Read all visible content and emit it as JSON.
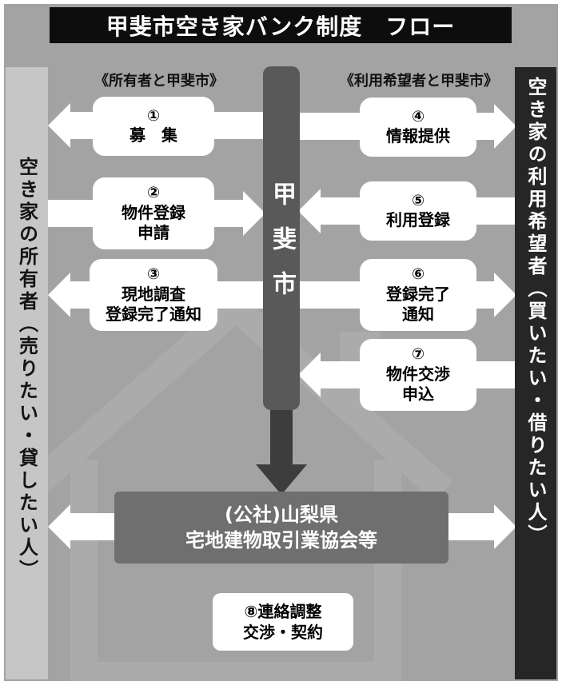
{
  "title": "甲斐市空き家バンク制度　フロー",
  "headers": {
    "left": "《所有者と甲斐市》",
    "right": "《利用希望者と甲斐市》"
  },
  "bars": {
    "left": "空き家の所有者（売りたい・貸したい人）",
    "center": "甲斐市",
    "right": "空き家の利用希望者（買いたい・借りたい人）"
  },
  "steps": {
    "s1": {
      "num": "①",
      "line1": "募　集"
    },
    "s2": {
      "num": "②",
      "line1": "物件登録",
      "line2": "申請"
    },
    "s3": {
      "num": "③",
      "line1": "現地調査",
      "line2": "登録完了通知"
    },
    "s4": {
      "num": "④",
      "line1": "情報提供"
    },
    "s5": {
      "num": "⑤",
      "line1": "利用登録"
    },
    "s6": {
      "num": "⑥",
      "line1": "登録完了",
      "line2": "通知"
    },
    "s7": {
      "num": "⑦",
      "line1": "物件交渉",
      "line2": "申込"
    }
  },
  "association": {
    "line1": "(公社)山梨県",
    "line2": "宅地建物取引業協会等"
  },
  "step8": {
    "line1": "⑧連絡調整",
    "line2": "交渉・契約"
  },
  "colors": {
    "background": "#a3a3a3",
    "title_bar": "#0d0d0d",
    "left_bar": "#c6c6c6",
    "right_bar": "#262626",
    "center_bar": "#595959",
    "association_box": "#6f6f6f",
    "arrow": "#ffffff"
  }
}
